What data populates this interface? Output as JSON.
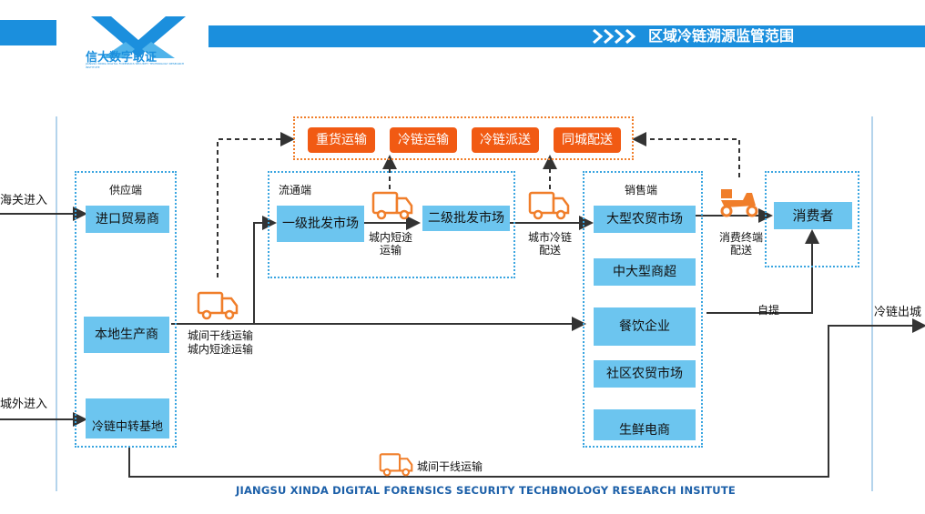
{
  "header": {
    "title": "区域冷链溯源监管范围"
  },
  "logo": {
    "name": "信大数字取证",
    "subtitle": "JIANGSU XINDA DIGITAL FORENSICS SECURITY TECHNOLOGY RESEARCH INSTITUTE"
  },
  "inputs": {
    "customs": "海关进入",
    "outside_city": "城外进入",
    "output": "冷链出城"
  },
  "supply": {
    "label": "供应端",
    "items": [
      "进口贸易商",
      "本地生产商",
      "冷链中转基地"
    ]
  },
  "circulation": {
    "label": "流通端",
    "items": [
      "一级批发市场",
      "二级批发市场"
    ]
  },
  "sales": {
    "label": "销售端",
    "items": [
      "大型农贸市场",
      "中大型商超",
      "餐饮企业",
      "社区农贸市场",
      "生鲜电商"
    ]
  },
  "consumer": {
    "label": "消费者"
  },
  "transport_types": [
    "重货运输",
    "冷链运输",
    "冷链派送",
    "同城配送"
  ],
  "flow_labels": {
    "intercity_line1": "城间干线运输",
    "intercity_line2": "城内短途运输",
    "short_haul_1": "城内短途",
    "short_haul_2": "运输",
    "city_cold_1": "城市冷链",
    "city_cold_2": "配送",
    "end_delivery_1": "消费终端",
    "end_delivery_2": "配送",
    "self_pickup": "自提",
    "bottom_intercity": "城间干线运输"
  },
  "footer": {
    "text": "JIANGSU XINDA DIGITAL FORENSICS SECURITY TECHBNOLOGY RESEARCH INSITUTE"
  },
  "colors": {
    "brand_blue": "#1b8fdd",
    "box_blue": "#6cc5ef",
    "orange": "#f15a13",
    "dotted_blue": "#3aa5e0"
  }
}
